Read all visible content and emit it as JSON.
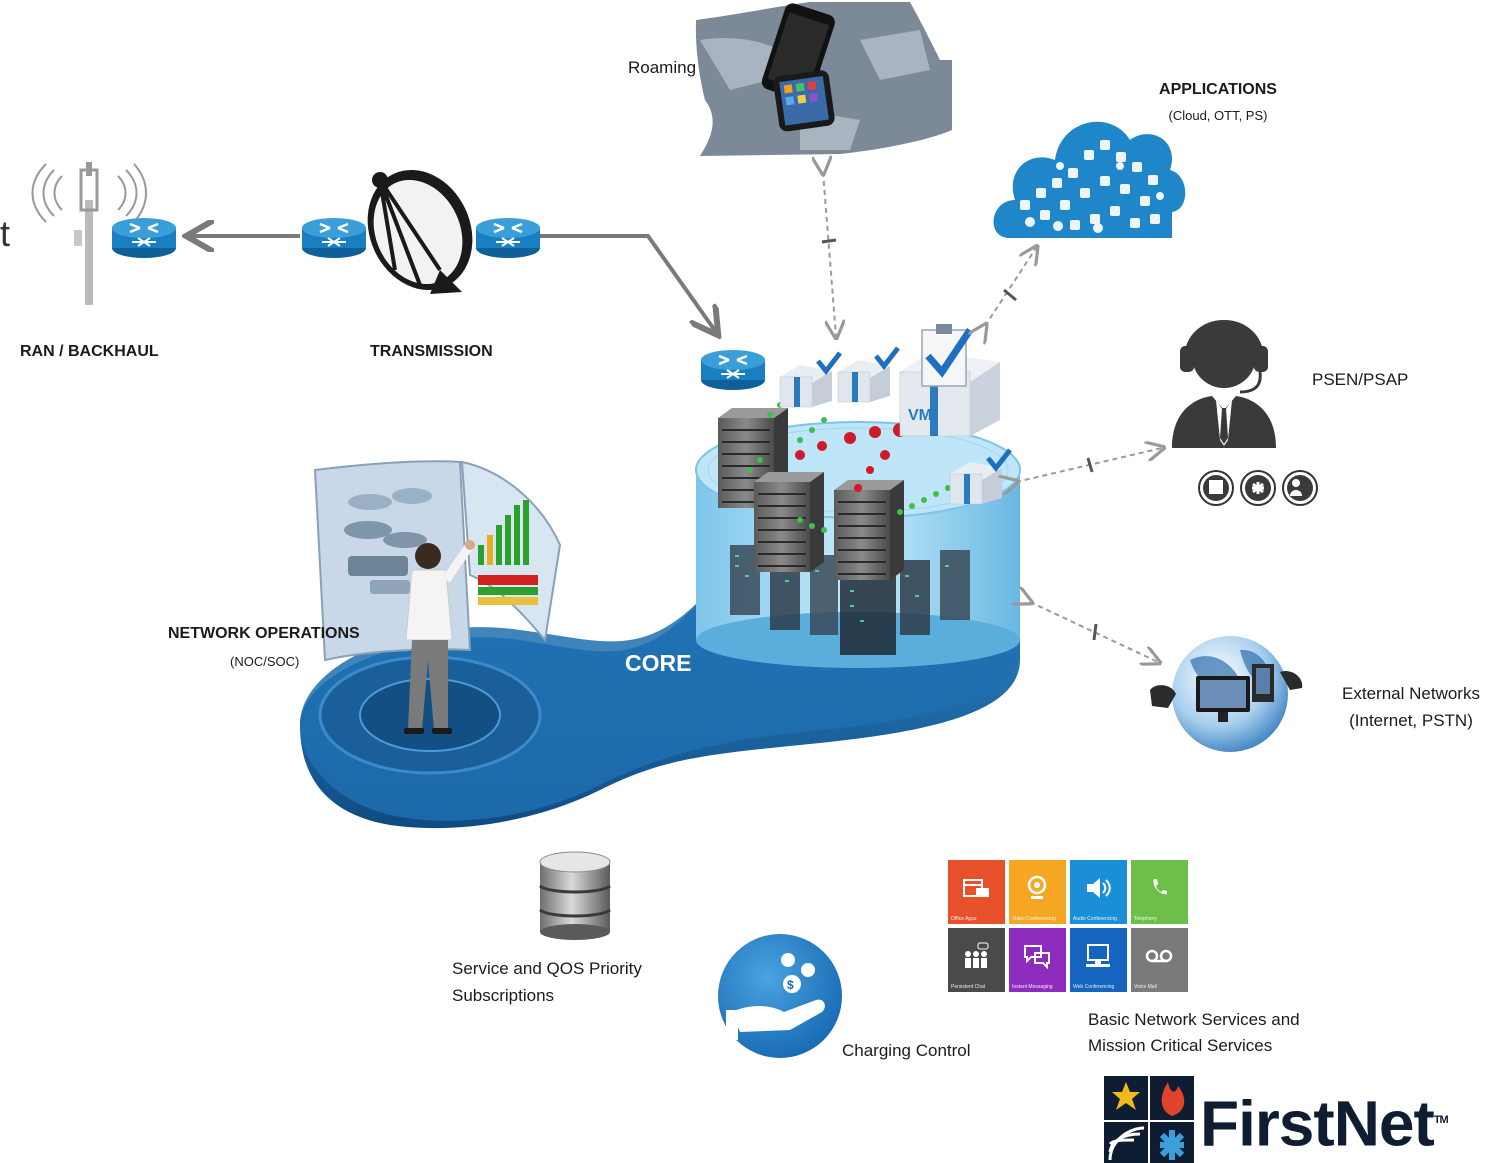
{
  "labels": {
    "roaming": "Roaming",
    "applications_title": "APPLICATIONS",
    "applications_sub": "(Cloud, OTT, PS)",
    "ran_backhaul": "RAN / BACKHAUL",
    "transmission": "TRANSMISSION",
    "psen_psap": "PSEN/PSAP",
    "network_operations_title": "NETWORK OPERATIONS",
    "network_operations_sub": "(NOC/SOC)",
    "core": "CORE",
    "external_networks_line1": "External Networks",
    "external_networks_line2": "(Internet, PSTN)",
    "service_qos_line1": "Service and QOS Priority",
    "service_qos_line2": "Subscriptions",
    "charging_control": "Charging Control",
    "basic_services_line1": "Basic Network Services and",
    "basic_services_line2": "Mission Critical Services",
    "clipped_left_text": "t",
    "vm": "VM"
  },
  "service_tiles": [
    {
      "caption": "Office Apps",
      "color": "#e8502b",
      "icon": "calendar-mail-icon"
    },
    {
      "caption": "Video Conferencing",
      "color": "#f5a623",
      "icon": "webcam-icon"
    },
    {
      "caption": "Audio Conferencing",
      "color": "#1a8fd8",
      "icon": "speaker-icon"
    },
    {
      "caption": "Telephony",
      "color": "#6cc04a",
      "icon": "phone-icon"
    },
    {
      "caption": "Persistent Chat",
      "color": "#4a4a4a",
      "icon": "people-chat-icon"
    },
    {
      "caption": "Instant Messaging",
      "color": "#8e2bbf",
      "icon": "chat-bubbles-icon"
    },
    {
      "caption": "Web Conferencing",
      "color": "#1565c0",
      "icon": "monitor-icon"
    },
    {
      "caption": "Voice Mail",
      "color": "#7a7a7a",
      "icon": "voicemail-icon"
    }
  ],
  "logo": {
    "text": "FirstNet",
    "trademark": "TM"
  },
  "colors": {
    "core_blue": "#1e6fb0",
    "platform_dark": "#14558f",
    "router_blue": "#1a7fc0",
    "arrow_gray": "#808080",
    "cloud_blue": "#1f86c9"
  }
}
